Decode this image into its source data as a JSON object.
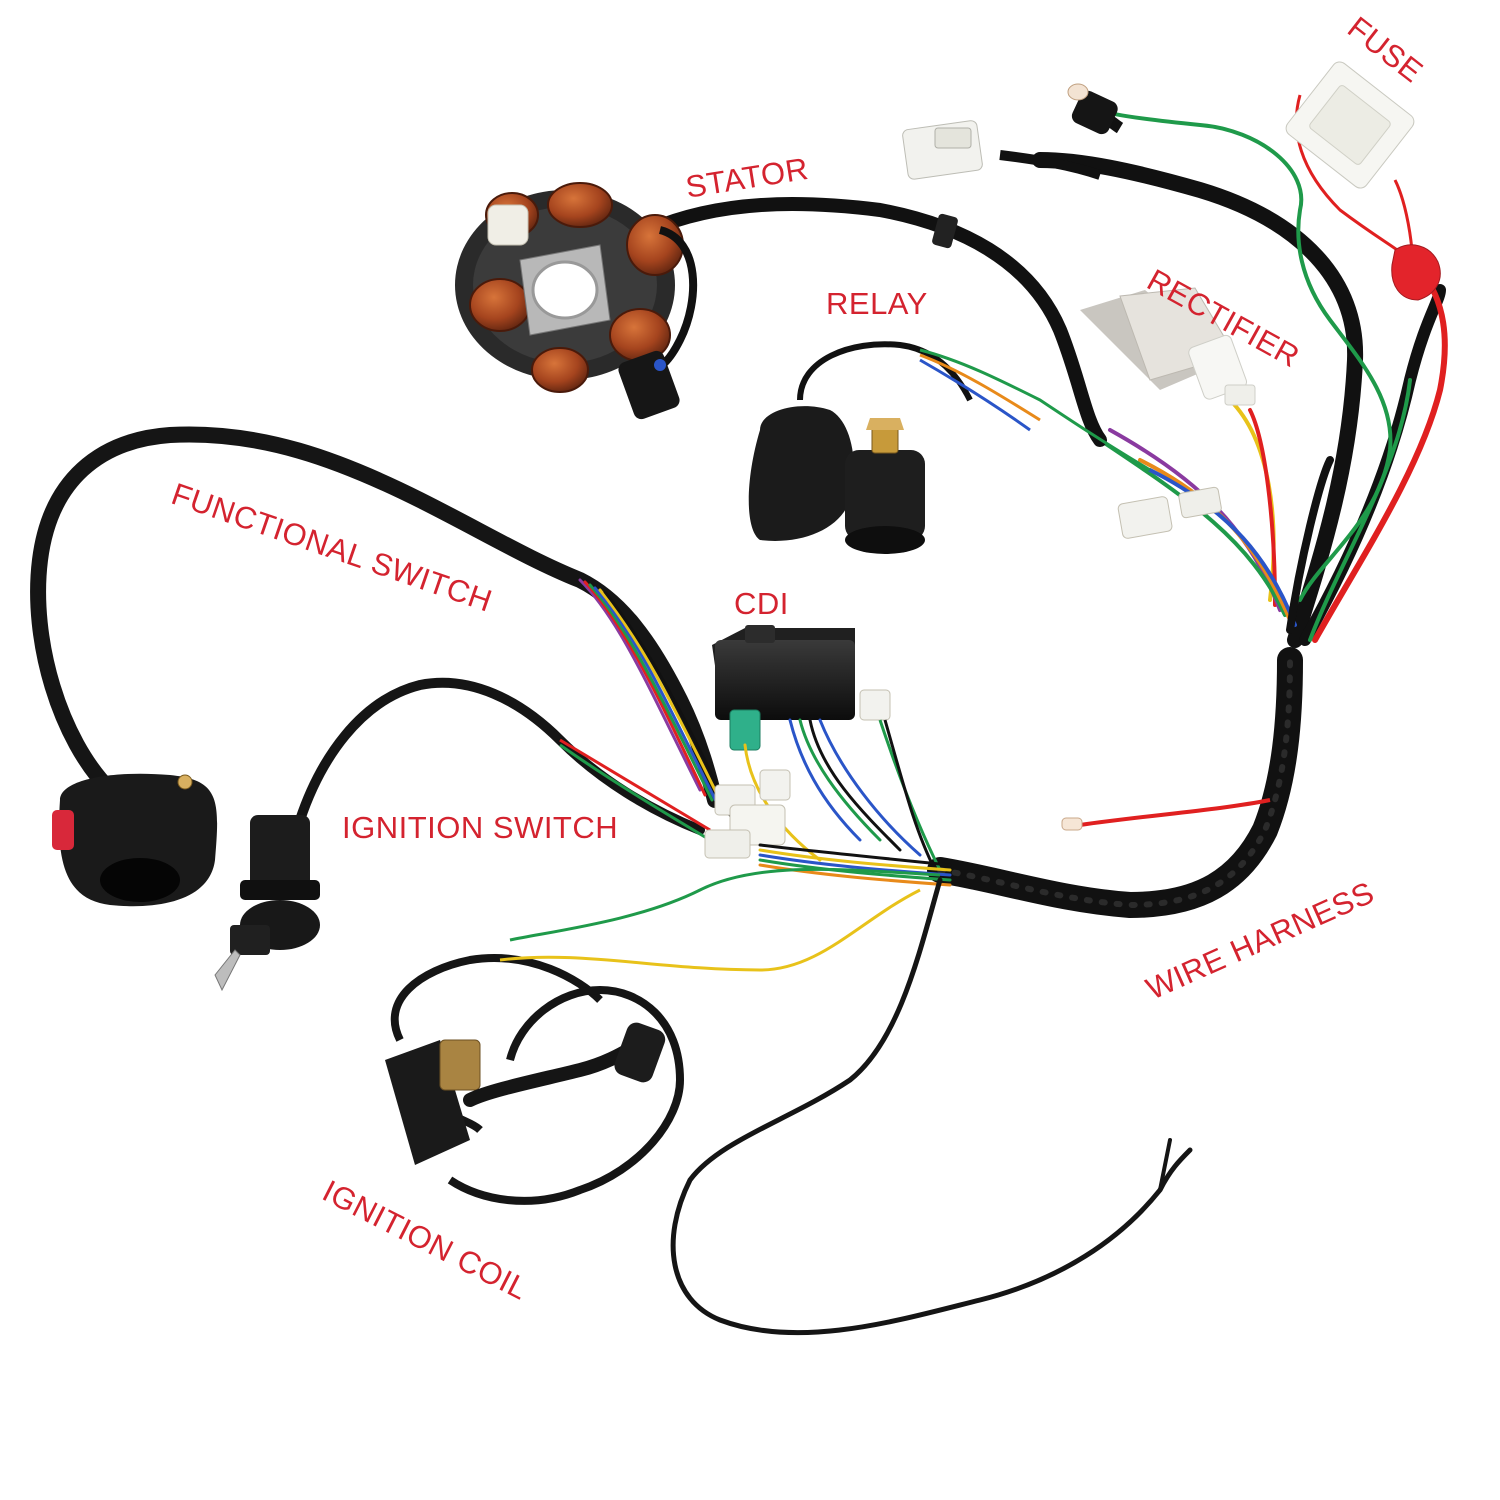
{
  "labels": {
    "stator": "STATOR",
    "fuse": "FUSE",
    "rectifier": "RECTIFIER",
    "relay": "RELAY",
    "functional_switch": "FUNCTIONAL SWITCH",
    "cdi": "CDI",
    "ignition_switch": "IGNITION SWITCH",
    "wire_harness": "WIRE HARNESS",
    "ignition_coil": "IGNITION COIL"
  },
  "colors": {
    "label_red": "#d4232f",
    "cable_black": "#141414",
    "wire_red": "#e02020",
    "wire_green": "#1f9a4a",
    "wire_yellow": "#e8c21a",
    "wire_blue": "#2a55c8",
    "wire_purple": "#8a3aa0",
    "wire_orange": "#e88a1a",
    "copper": "#a5441e",
    "connector_white": "#f2f2ee"
  }
}
